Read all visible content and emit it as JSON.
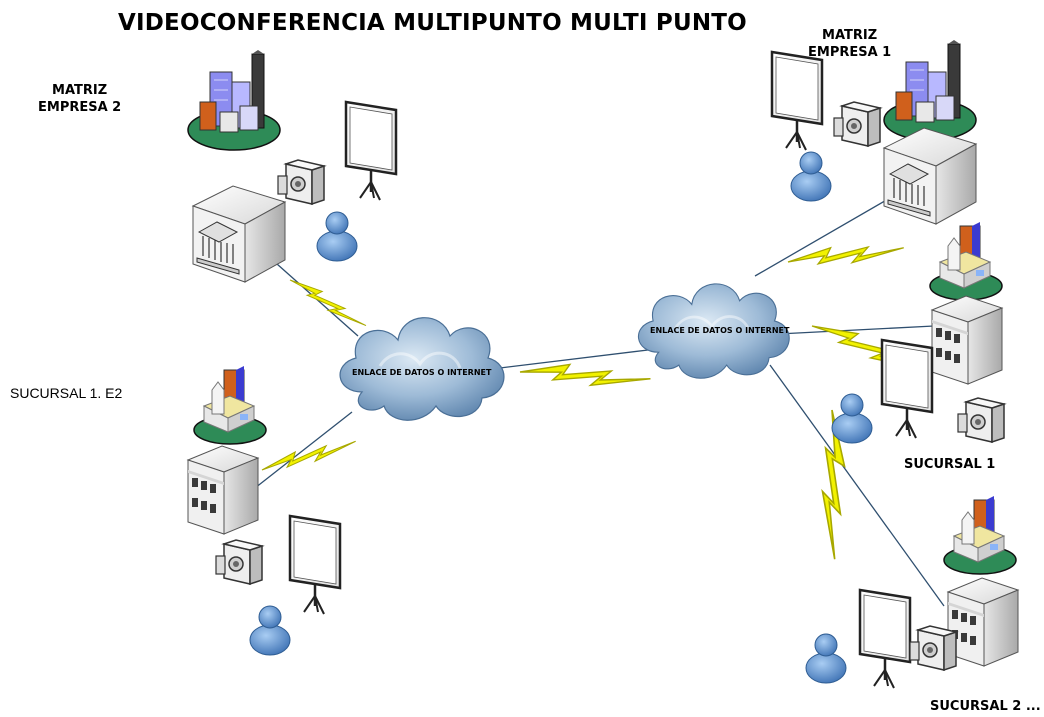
{
  "title": "VIDEOCONFERENCIA MULTIPUNTO MULTI PUNTO",
  "clouds": [
    {
      "label": "ENLACE DE DATOS O INTERNET"
    },
    {
      "label": "ENLACE DE DATOS O INTERNET"
    }
  ],
  "sites": {
    "matriz_e2": {
      "line1": "MATRIZ",
      "line2": "EMPRESA 2"
    },
    "matriz_e1": {
      "line1": "MATRIZ",
      "line2": "EMPRESA 1"
    },
    "sucursal_1_e2": "SUCURSAL 1. E2",
    "sucursal_1": "SUCURSAL 1",
    "sucursal_2": "SUCURSAL 2 ..."
  },
  "colors": {
    "cloud_light": "#c9dcec",
    "cloud_dark": "#6f93b8",
    "bolt": "#f2f200",
    "bolt_edge": "#b8b800",
    "person": "#5b8fce",
    "link_line": "#2f4f6f",
    "ground": "#2e8b57"
  },
  "icons": [
    "cloud-icon",
    "lightning-link-icon",
    "city-icon",
    "bank-server-icon",
    "building-server-icon",
    "projector-screen-icon",
    "camera-icon",
    "person-icon"
  ]
}
